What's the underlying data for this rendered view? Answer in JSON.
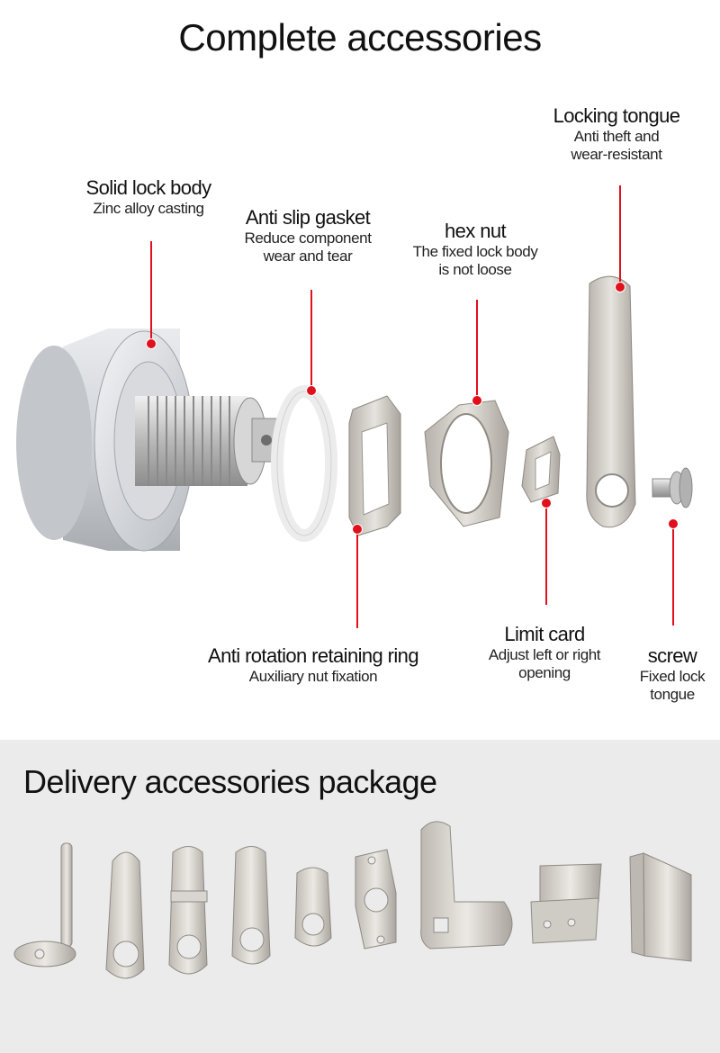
{
  "title": "Complete accessories",
  "parts": {
    "lock_body": {
      "name": "Solid lock body",
      "desc": [
        "Zinc alloy casting"
      ]
    },
    "gasket": {
      "name": "Anti slip gasket",
      "desc": [
        "Reduce component",
        "wear and tear"
      ]
    },
    "hex_nut": {
      "name": "hex nut",
      "desc": [
        "The fixed lock body",
        "is not loose"
      ]
    },
    "tongue": {
      "name": "Locking tongue",
      "desc": [
        "Anti theft and",
        "wear-resistant"
      ]
    },
    "retaining_ring": {
      "name": "Anti rotation retaining ring",
      "desc": [
        "Auxiliary nut fixation"
      ]
    },
    "limit_card": {
      "name": "Limit card",
      "desc": [
        "Adjust left or right",
        "opening"
      ]
    },
    "screw": {
      "name": "screw",
      "desc": [
        "Fixed lock",
        "tongue"
      ]
    }
  },
  "delivery": {
    "title": "Delivery accessories package"
  },
  "colors": {
    "accent_red": "#e0101c",
    "metal": "#c9c9c9",
    "bottom_bg": "#ebebeb"
  }
}
